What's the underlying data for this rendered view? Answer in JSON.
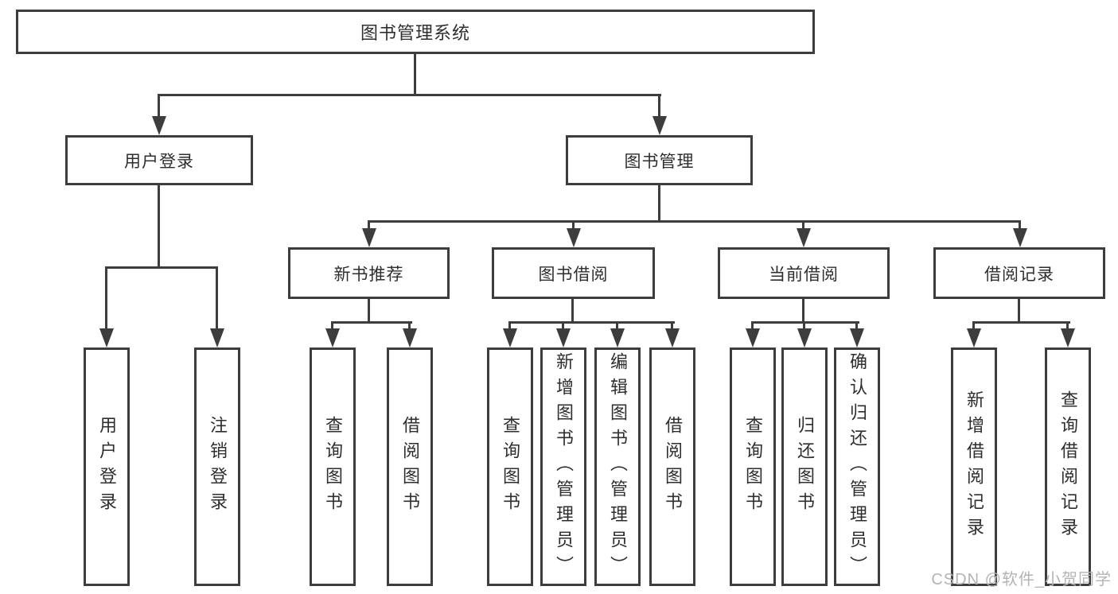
{
  "title": "图书管理系统",
  "watermark": "CSDN @软件_小贺同学",
  "colors": {
    "line": "#3d3d3d",
    "box_border": "#3d3d3d",
    "box_fill": "#ffffff",
    "text": "#2e2e2e",
    "watermark": "#b4b4b4",
    "background": "#ffffff"
  },
  "nodes": {
    "root": "图书管理系统",
    "level2": {
      "user_login": "用户登录",
      "book_management": "图书管理"
    },
    "level3": {
      "new_book_recommend": "新书推荐",
      "book_borrow": "图书借阅",
      "current_borrow": "当前借阅",
      "borrow_records": "借阅记录"
    },
    "leaves": {
      "user_login": "用户登录",
      "logout": "注销登录",
      "nb_query_books": "查询图书",
      "nb_borrow_books": "借阅图书",
      "bb_query_books": "查询图书",
      "bb_add_books": "新增图书（管理员）",
      "bb_edit_books": "编辑图书（管理员）",
      "bb_borrow_books": "借阅图书",
      "cb_query_books": "查询图书",
      "cb_return_books": "归还图书",
      "cb_confirm_return": "确认归还（管理员）",
      "br_add_record": "新增借阅记录",
      "br_query_record": "查询借阅记录"
    }
  },
  "hierarchy": {
    "图书管理系统": {
      "用户登录": [
        "用户登录",
        "注销登录"
      ],
      "图书管理": {
        "新书推荐": [
          "查询图书",
          "借阅图书"
        ],
        "图书借阅": [
          "查询图书",
          "新增图书（管理员）",
          "编辑图书（管理员）",
          "借阅图书"
        ],
        "当前借阅": [
          "查询图书",
          "归还图书",
          "确认归还（管理员）"
        ],
        "借阅记录": [
          "新增借阅记录",
          "查询借阅记录"
        ]
      }
    }
  }
}
